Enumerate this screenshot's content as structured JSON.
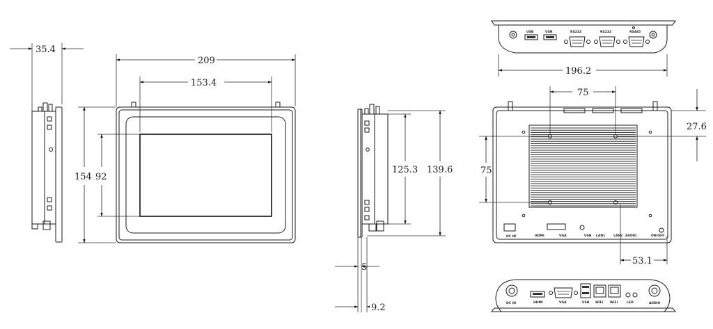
{
  "dimensions": {
    "side_depth": "35.4",
    "front_width": "209",
    "front_screen_width": "153.4",
    "front_height": "154",
    "front_screen_height": "92",
    "side2_height_inner": "125.3",
    "side2_height_outer": "139.6",
    "side2_thickness": "5",
    "side2_bezel": "9.2",
    "top_width": "196.2",
    "back_hole_h": "75",
    "back_hole_v": "75",
    "back_top_offset": "27.6",
    "back_right_offset": "53.1"
  },
  "port_labels": {
    "top": [
      "USB",
      "USB",
      "RS232",
      "RS232",
      "RS485"
    ],
    "back": [
      "DC IN",
      "HDMI",
      "VGA",
      "USB",
      "LAN1",
      "LAN2",
      "AUDIO",
      "ON/OFF"
    ],
    "bottom": [
      "DC IN",
      "HDMI",
      "VGA",
      "USB",
      "WiFi",
      "WiFi",
      "LED",
      "AUDIO"
    ]
  }
}
